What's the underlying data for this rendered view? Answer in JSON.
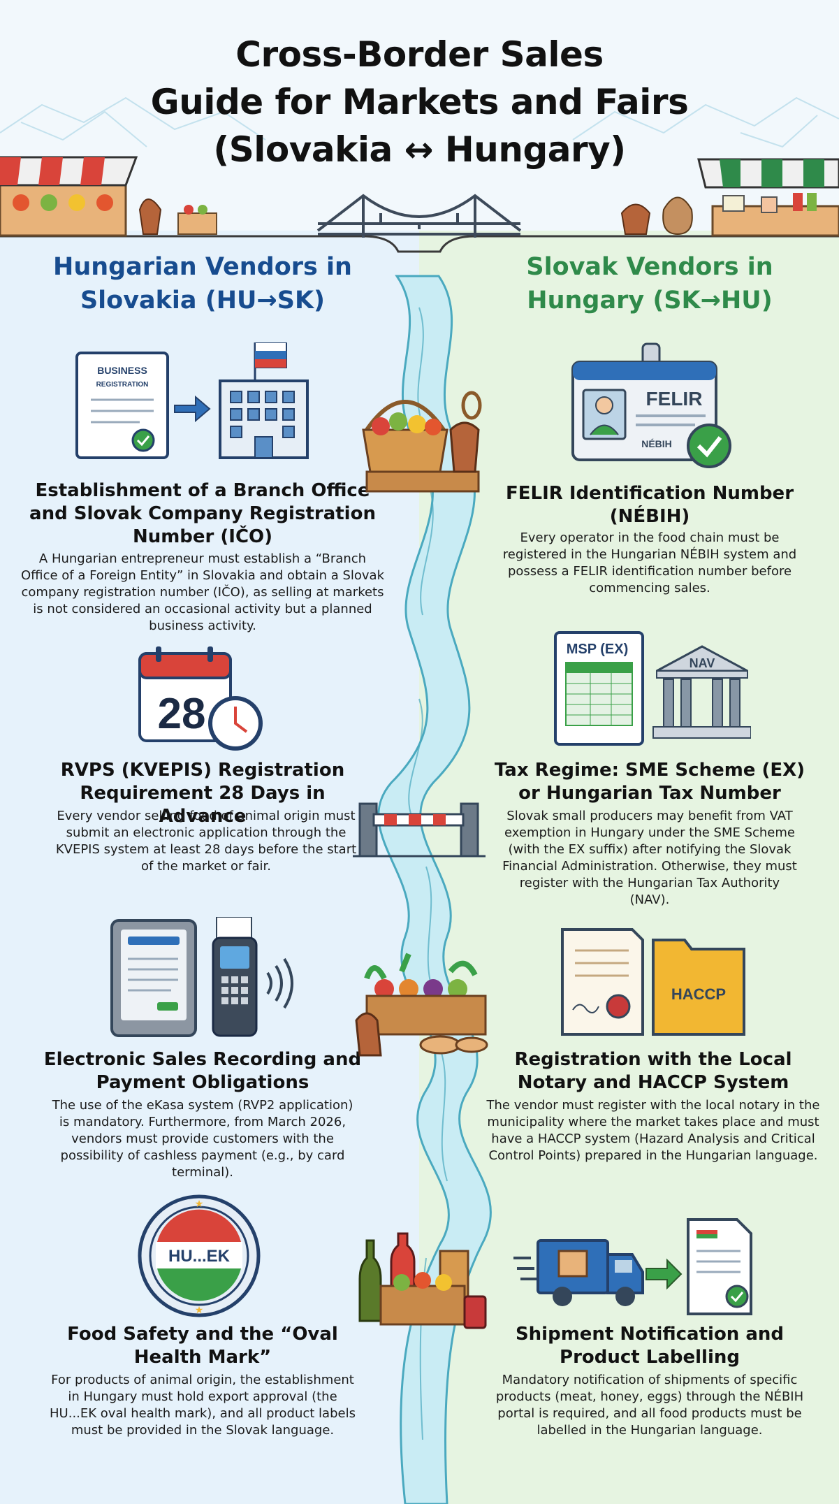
{
  "title": {
    "line1": "Cross-Border Sales",
    "line2": "Guide for Markets and Fairs",
    "line3": "(Slovakia ↔ Hungary)"
  },
  "left": {
    "heading_line1": "Hungarian Vendors in",
    "heading_line2": "Slovakia (HU→SK)",
    "cards": [
      {
        "title": "Establishment of a Branch Office and Slovak Company Registration Number (IČO)",
        "text": "A Hungarian entrepreneur must establish a “Branch Office of a Foreign Entity” in Slovakia and obtain a Slovak company registration number (IČO), as selling at markets is not considered an occasional activity but a planned business activity.",
        "icon_text_1": "BUSINESS",
        "icon_text_2": "REGISTRATION"
      },
      {
        "title": "RVPS (KVEPIS) Registration Requirement 28 Days in Advance",
        "text": "Every vendor selling food of animal origin must submit an electronic application through the KVEPIS system at least 28 days before the start of the market or fair.",
        "icon_text": "28"
      },
      {
        "title": "Electronic Sales Recording and Payment Obligations",
        "text": "The use of the eKasa system (RVP2 application) is mandatory. Furthermore, from March 2026, vendors must provide customers with the possibility of cashless payment (e.g., by card terminal)."
      },
      {
        "title": "Food Safety and the “Oval Health Mark”",
        "text": "For products of animal origin, the establishment in Hungary must hold export approval (the HU...EK oval health mark), and all product labels must be provided in the Slovak language.",
        "icon_text": "HU...EK"
      }
    ]
  },
  "right": {
    "heading_line1": "Slovak Vendors in",
    "heading_line2": "Hungary (SK→HU)",
    "cards": [
      {
        "title": "FELIR Identification Number (NÉBIH)",
        "text": "Every operator in the food chain must be registered in the Hungarian NÉBIH system and possess a FELIR identification number before commencing sales.",
        "icon_text_1": "FELIR",
        "icon_text_2": "NÉBIH"
      },
      {
        "title": "Tax Regime: SME Scheme (EX) or Hungarian Tax Number",
        "text": "Slovak small producers may benefit from VAT exemption in Hungary under the SME Scheme (with the EX suffix) after notifying the Slovak Financial Administration. Otherwise, they must register with the Hungarian Tax Authority (NAV).",
        "icon_text_1": "MSP (EX)",
        "icon_text_2": "NAV"
      },
      {
        "title": "Registration with the Local Notary and HACCP System",
        "text": "The vendor must register with the local notary in the municipality where the market takes place and must have a HACCP system (Hazard Analysis and Critical Control Points) prepared in the Hungarian language.",
        "icon_text": "HACCP"
      },
      {
        "title": "Shipment Notification and Product Labelling",
        "text": "Mandatory notification of shipments of specific products (meat, honey, eggs) through the NÉBIH portal is required, and all food products must be labelled in the Hungarian language."
      }
    ]
  },
  "colors": {
    "left_heading": "#174c8f",
    "right_heading": "#2f8a4a",
    "river": "#b9e2ef",
    "river_edge": "#4aa9bf"
  }
}
